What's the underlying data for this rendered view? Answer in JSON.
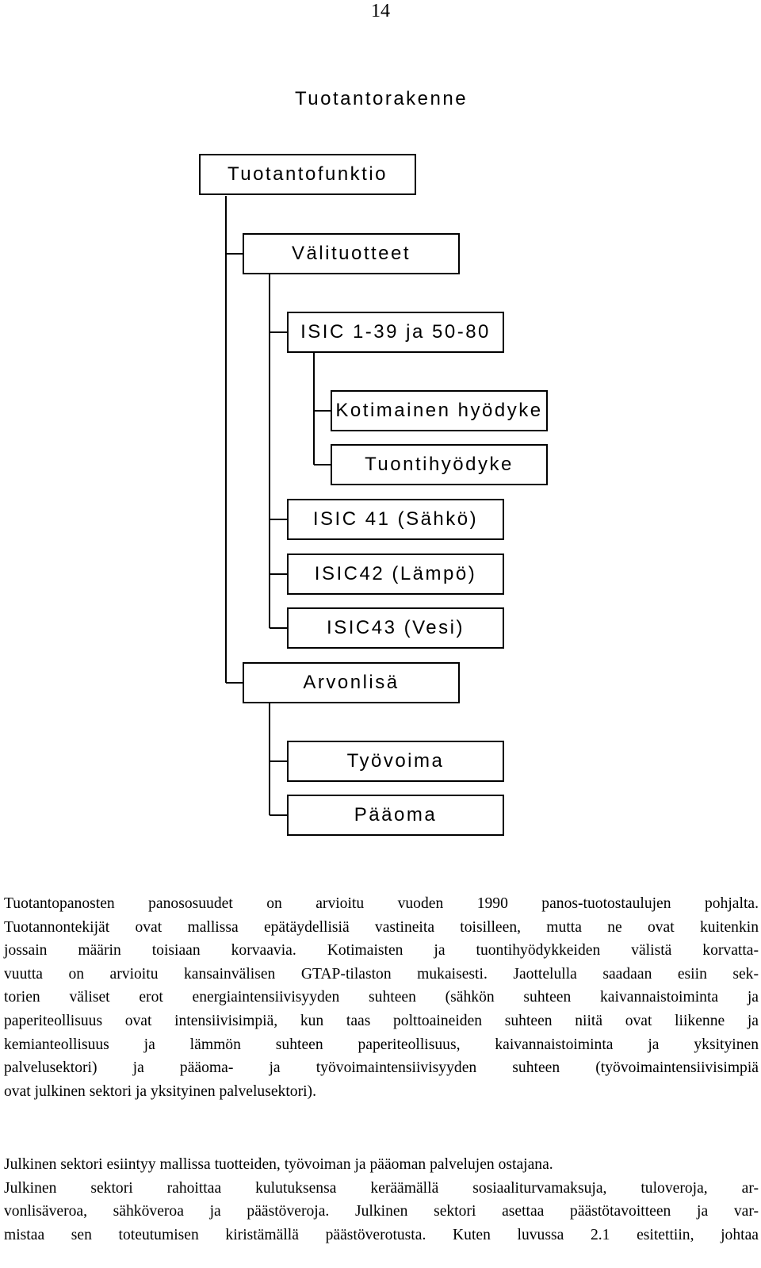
{
  "page_number": "14",
  "diagram": {
    "title": "Tuotantorakenne",
    "nodes": {
      "tuotantofunktio": "Tuotantofunktio",
      "valituotteet": "Välituotteet",
      "isic_1_39_50_80": "ISIC 1-39 ja 50-80",
      "kotimainen_hyodyke": "Kotimainen hyödyke",
      "tuontihyodyke": "Tuontihyödyke",
      "isic_41": "ISIC 41 (Sähkö)",
      "isic_42": "ISIC42 (Lämpö)",
      "isic_43": "ISIC43 (Vesi)",
      "arvonlisa": "Arvonlisä",
      "tyovoima": "Työvoima",
      "paaoma": "Pääoma"
    }
  },
  "paragraphs": [
    {
      "lines": [
        "Tuotantopanosten panososuudet on arvioitu vuoden 1990 panos-tuotostaulujen pohjalta.",
        "Tuotannontekijät ovat mallissa epätäydellisiä vastineita toisilleen, mutta ne ovat kuitenkin",
        "jossain määrin toisiaan korvaavia. Kotimaisten ja tuontihyödykkeiden välistä korvatta-",
        "vuutta on arvioitu kansainvälisen GTAP-tilaston mukaisesti. Jaottelulla saadaan esiin sek-",
        "torien väliset erot energiaintensiivisyyden suhteen (sähkön suhteen kaivannaistoiminta ja",
        "paperiteollisuus ovat intensiivisimpiä, kun taas polttoaineiden suhteen niitä ovat liikenne ja",
        "kemianteollisuus ja lämmön suhteen paperiteollisuus, kaivannaistoiminta ja yksityinen",
        "palvelusektori) ja pääoma- ja työvoimaintensiivisyyden suhteen (työvoimaintensiivisimpiä",
        "ovat julkinen sektori ja yksityinen palvelusektori)."
      ]
    },
    {
      "lines": [
        "Julkinen sektori esiintyy mallissa tuotteiden, työvoiman ja pääoman palvelujen ostajana.",
        "Julkinen sektori rahoittaa kulutuksensa keräämällä sosiaaliturvamaksuja, tuloveroja, ar-",
        "vonlisäveroa, sähköveroa ja päästöveroja. Julkinen sektori asettaa päästötavoitteen ja var-",
        "mistaa sen toteutumisen kiristämällä päästöverotusta. Kuten luvussa 2.1 esitettiin, johtaa"
      ]
    }
  ]
}
